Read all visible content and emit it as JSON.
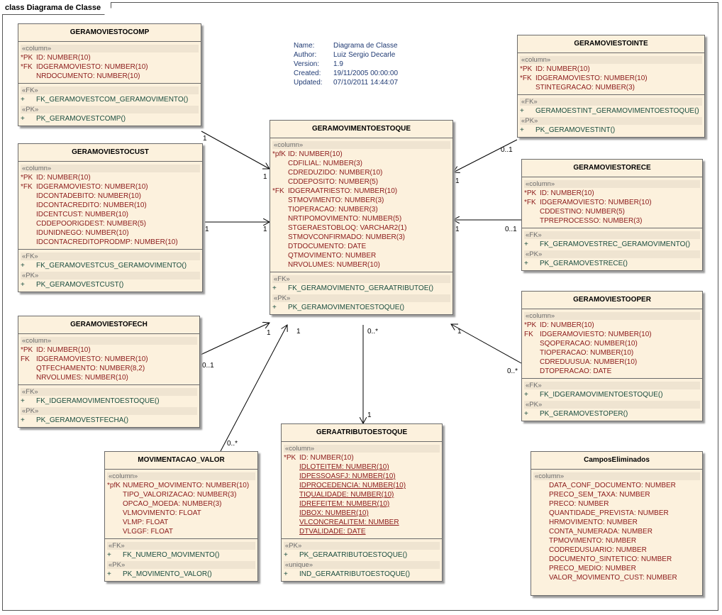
{
  "frame_title": "class Diagrama de Classe",
  "meta": [
    {
      "key": "Name:",
      "value": "Diagrama de Classe"
    },
    {
      "key": "Author:",
      "value": "Luiz Sergio Decarle"
    },
    {
      "key": "Version:",
      "value": "1.9"
    },
    {
      "key": "Created:",
      "value": "19/11/2005 00:00:00"
    },
    {
      "key": "Updated:",
      "value": "07/10/2011 14:44:07"
    }
  ],
  "classes": {
    "comp": {
      "title": "GERAMOVIESTOCOMP",
      "stereo": "«column»",
      "attrs": [
        {
          "p": "*PK",
          "t": "ID:  NUMBER(10)"
        },
        {
          "p": "*FK",
          "t": "IDGERAMOVIESTO:  NUMBER(10)"
        },
        {
          "p": "",
          "t": "NRDOCUMENTO:  NUMBER(10)"
        }
      ],
      "fk": "«FK»",
      "fk_op": "FK_GERAMOVESTCOM_GERAMOVIMENTO()",
      "pk": "«PK»",
      "pk_op": "PK_GERAMOVESTCOMP()"
    },
    "cust": {
      "title": "GERAMOVIESTOCUST",
      "stereo": "«column»",
      "attrs": [
        {
          "p": "*PK",
          "t": "ID:  NUMBER(10)"
        },
        {
          "p": "*FK",
          "t": "IDGERAMOVIESTO:  NUMBER(10)"
        },
        {
          "p": "",
          "t": "IDCONTADEBITO:  NUMBER(10)"
        },
        {
          "p": "",
          "t": "IDCONTACREDITO:  NUMBER(10)"
        },
        {
          "p": "",
          "t": "IDCENTCUST:  NUMBER(10)"
        },
        {
          "p": "",
          "t": "CDDEPOORIGDEST:  NUMBER(5)"
        },
        {
          "p": "",
          "t": "IDUNIDNEGO:  NUMBER(10)"
        },
        {
          "p": "",
          "t": "IDCONTACREDITOPRODMP:  NUMBER(10)"
        }
      ],
      "fk": "«FK»",
      "fk_op": "FK_GERAMOVESTCUS_GERAMOVIMENTO()",
      "pk": "«PK»",
      "pk_op": "PK_GERAMOVESTCUST()"
    },
    "fech": {
      "title": "GERAMOVIESTOFECH",
      "stereo": "«column»",
      "attrs": [
        {
          "p": "*PK",
          "t": "ID:  NUMBER(10)"
        },
        {
          "p": "FK",
          "t": "IDGERAMOVIESTO:  NUMBER(10)"
        },
        {
          "p": "",
          "t": "QTFECHAMENTO:  NUMBER(8,2)"
        },
        {
          "p": "",
          "t": "NRVOLUMES:  NUMBER(10)"
        }
      ],
      "fk": "«FK»",
      "fk_op": "FK_IDGERAMOVIMENTOESTOQUE()",
      "pk": "«PK»",
      "pk_op": "PK_GERAMOVESTFECHA()"
    },
    "valor": {
      "title": "MOVIMENTACAO_VALOR",
      "stereo": "«column»",
      "attrs": [
        {
          "p": "*pfK",
          "t": "NUMERO_MOVIMENTO:  NUMBER(10)"
        },
        {
          "p": "",
          "t": "TIPO_VALORIZACAO:  NUMBER(3)"
        },
        {
          "p": "",
          "t": "OPCAO_MOEDA:  NUMBER(3)"
        },
        {
          "p": "",
          "t": "VLMOVIMENTO:  FLOAT"
        },
        {
          "p": "",
          "t": "VLMP:  FLOAT"
        },
        {
          "p": "",
          "t": "VLGGF:  FLOAT"
        }
      ],
      "fk": "«FK»",
      "fk_op": "FK_NUMERO_MOVIMENTO()",
      "pk": "«PK»",
      "pk_op": "PK_MOVIMENTO_VALOR()"
    },
    "main": {
      "title": "GERAMOVIMENTOESTOQUE",
      "stereo": "«column»",
      "attrs": [
        {
          "p": "*pfK",
          "t": "ID:  NUMBER(10)"
        },
        {
          "p": "",
          "t": "CDFILIAL:  NUMBER(3)"
        },
        {
          "p": "",
          "t": "CDREDUZIDO:  NUMBER(10)"
        },
        {
          "p": "",
          "t": "CDDEPOSITO:  NUMBER(5)"
        },
        {
          "p": "*FK",
          "t": "IDGERAATRIESTO:  NUMBER(10)"
        },
        {
          "p": "",
          "t": "STMOVIMENTO:  NUMBER(3)"
        },
        {
          "p": "",
          "t": "TIOPERACAO:  NUMBER(3)"
        },
        {
          "p": "",
          "t": "NRTIPOMOVIMENTO:  NUMBER(5)"
        },
        {
          "p": "",
          "t": "STGERAESTOBLOQ:  VARCHAR2(1)"
        },
        {
          "p": "",
          "t": "STMOVCONFIRMADO:  NUMBER(3)"
        },
        {
          "p": "",
          "t": "DTDOCUMENTO:  DATE"
        },
        {
          "p": "",
          "t": "QTMOVIMENTO:  NUMBER"
        },
        {
          "p": "",
          "t": "NRVOLUMES:  NUMBER(10)"
        }
      ],
      "fk": "«FK»",
      "fk_op": "FK_GERAMOVIMENTO_GERAATRIBUTOE()",
      "pk": "«PK»",
      "pk_op": "PK_GERAMOVIMENTOESTOQUE()"
    },
    "atrib": {
      "title": "GERAATRIBUTOESTOQUE",
      "stereo": "«column»",
      "attrs": [
        {
          "p": "*PK",
          "t": "ID:  NUMBER(10)"
        },
        {
          "p": "",
          "t": "IDLOTEITEM:  NUMBER(10)"
        },
        {
          "p": "",
          "t": "IDPESSOASFJ:  NUMBER(10)"
        },
        {
          "p": "",
          "t": "IDPROCEDENCIA:  NUMBER(10)"
        },
        {
          "p": "",
          "t": "TIQUALIDADE:  NUMBER(10)"
        },
        {
          "p": "",
          "t": "IDREFEITEM:  NUMBER(10)"
        },
        {
          "p": "",
          "t": "IDBOX:  NUMBER(10)"
        },
        {
          "p": "",
          "t": "VLCONCREALITEM:  NUMBER"
        },
        {
          "p": "",
          "t": "DTVALIDADE:  DATE"
        }
      ],
      "pk": "«PK»",
      "pk_op": "PK_GERAATRIBUTOESTOQUE()",
      "uq": "«unique»",
      "uq_op": "IND_GERAATRIBUTOESTOQUE()"
    },
    "inte": {
      "title": "GERAMOVIESTOINTE",
      "stereo": "«column»",
      "attrs": [
        {
          "p": "*PK",
          "t": "ID:  NUMBER(10)"
        },
        {
          "p": "*FK",
          "t": "IDGERAMOVIESTO:  NUMBER(10)"
        },
        {
          "p": "",
          "t": "STINTEGRACAO:  NUMBER(3)"
        }
      ],
      "fk": "«FK»",
      "fk_op": "GERAMOESTINT_GERAMOVIMENTOESTOQUE()",
      "pk": "«PK»",
      "pk_op": "PK_GERAMOVESTINT()"
    },
    "rece": {
      "title": "GERAMOVIESTORECE",
      "stereo": "«column»",
      "attrs": [
        {
          "p": "*PK",
          "t": "ID:  NUMBER(10)"
        },
        {
          "p": "*FK",
          "t": "IDGERAMOVIESTO:  NUMBER(10)"
        },
        {
          "p": "",
          "t": "CDDESTINO:  NUMBER(5)"
        },
        {
          "p": "",
          "t": "TPREPROCESSO:  NUMBER(3)"
        }
      ],
      "fk": "«FK»",
      "fk_op": "FK_GERAMOVESTREC_GERAMOVIMENTO()",
      "pk": "«PK»",
      "pk_op": "PK_GERAMOVESTRECE()"
    },
    "oper": {
      "title": "GERAMOVIESTOOPER",
      "stereo": "«column»",
      "attrs": [
        {
          "p": "*PK",
          "t": "ID:  NUMBER(10)"
        },
        {
          "p": "FK",
          "t": "IDGERAMOVIESTO:  NUMBER(10)"
        },
        {
          "p": "",
          "t": "SQOPERACAO:  NUMBER(10)"
        },
        {
          "p": "",
          "t": "TIOPERACAO:  NUMBER(10)"
        },
        {
          "p": "",
          "t": "CDREDUUSUA:  NUMBER(10)"
        },
        {
          "p": "",
          "t": "DTOPERACAO:  DATE"
        }
      ],
      "fk": "«FK»",
      "fk_op": "FK_IDGERAMOVIMENTOESTOQUE()",
      "pk": "«PK»",
      "pk_op": "PK_GERAMOVESTOPER()"
    },
    "elim": {
      "title": "CamposEliminados",
      "stereo": "«column»",
      "attrs": [
        {
          "p": "",
          "t": "DATA_CONF_DOCUMENTO:  NUMBER"
        },
        {
          "p": "",
          "t": "PRECO_SEM_TAXA:  NUMBER"
        },
        {
          "p": "",
          "t": "PRECO:  NUMBER"
        },
        {
          "p": "",
          "t": "QUANTIDADE_PREVISTA:  NUMBER"
        },
        {
          "p": "",
          "t": "HRMOVIMENTO:  NUMBER"
        },
        {
          "p": "",
          "t": "CONTA_NUMERADA:  NUMBER"
        },
        {
          "p": "",
          "t": "TPMOVIMENTO:  NUMBER"
        },
        {
          "p": "",
          "t": "CODREDUSUARIO:  NUMBER"
        },
        {
          "p": "",
          "t": "DOCUMENTO_SINTETICO:  NUMBER"
        },
        {
          "p": "",
          "t": "PRECO_MEDIO:  NUMBER"
        },
        {
          "p": "",
          "t": "VALOR_MOVIMENTO_CUST:  NUMBER"
        }
      ]
    }
  },
  "op_prefix": "+",
  "multiplicities": {
    "comp_src": "1",
    "comp_dst": "1",
    "cust_src": "1",
    "cust_dst": "1",
    "fech_src": "0..1",
    "fech_dst": "1",
    "valor_src": "0..*",
    "valor_dst": "1",
    "atrib_src": "0..*",
    "atrib_dst": "1",
    "inte_src": "0..1",
    "inte_dst": "1",
    "rece_src": "0..1",
    "rece_dst": "1",
    "oper_src": "0..*",
    "oper_dst": "1"
  }
}
